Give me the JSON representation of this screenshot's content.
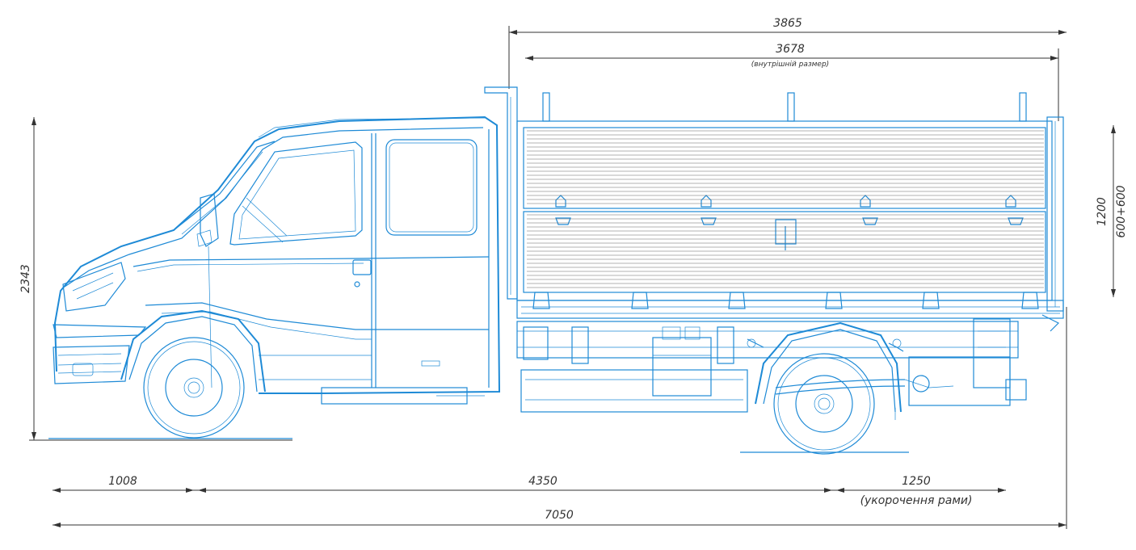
{
  "dimensions": {
    "body_outer_length": "3865",
    "body_inner_length": "3678",
    "inner_size_note": "(внутрішній размер)",
    "overall_height": "2343",
    "side_height": "1200",
    "side_split": "600+600",
    "front_overhang": "1008",
    "wheelbase": "4350",
    "frame_shortening": "1250",
    "frame_shortening_note": "(укорочення рами)",
    "overall_length": "7050"
  },
  "colors": {
    "drawing_lines": "#1e8ad6",
    "dimension_lines": "#333333"
  }
}
